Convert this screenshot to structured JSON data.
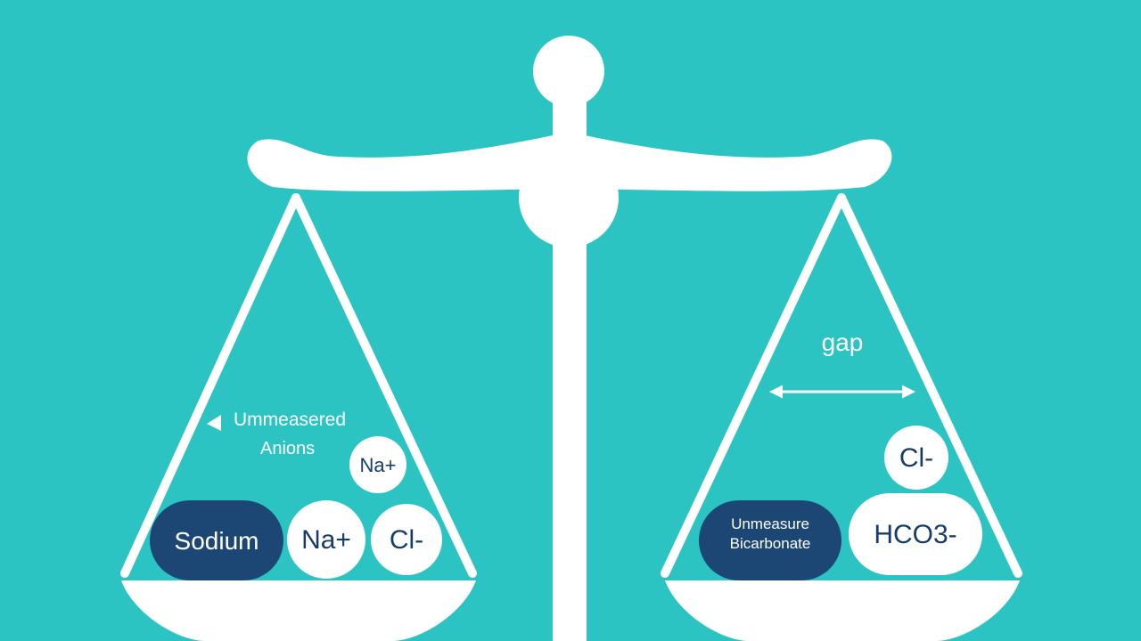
{
  "palette": {
    "background": "#2bc4c3",
    "scale_white": "#ffffff",
    "navy": "#1c4774",
    "ion_text": "#173c66",
    "gap_text": "#ffffff"
  },
  "left_pan": {
    "note_line1": "Ummeasered",
    "note_line2": "Anions",
    "small_ion": "Na+",
    "badge": "Sodium",
    "ion1": "Na+",
    "ion2": "Cl-"
  },
  "right_pan": {
    "gap_label": "gap",
    "ion_top": "Cl-",
    "badge_line1": "Unmeasure",
    "badge_line2": "Bicarbonate",
    "ion_large": "HCO3-"
  }
}
